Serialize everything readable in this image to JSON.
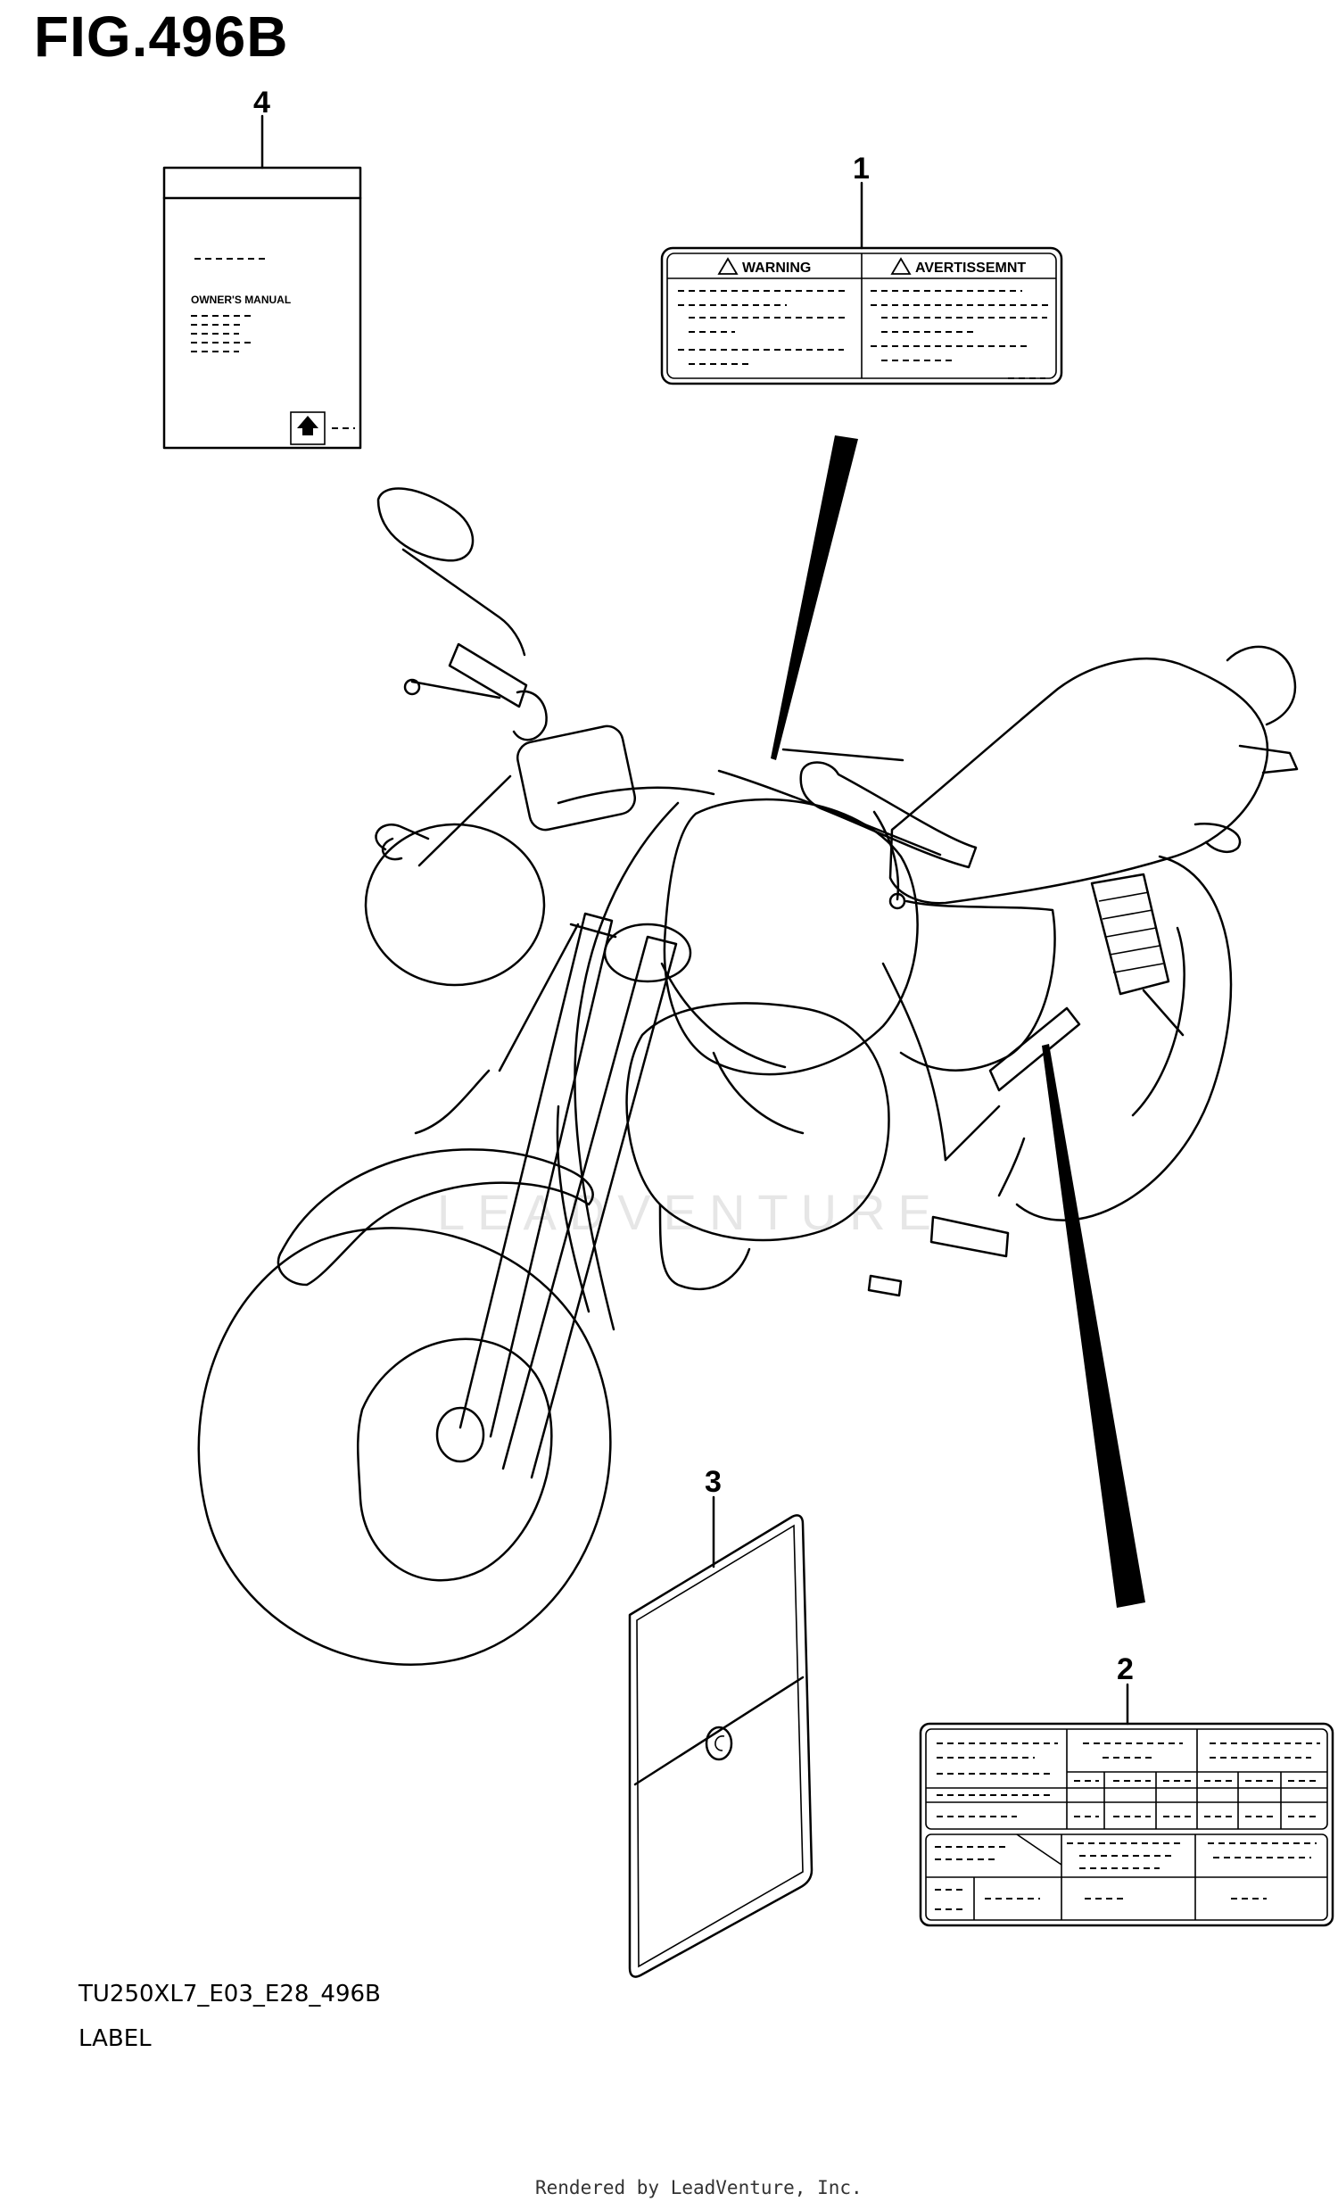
{
  "figure": {
    "title": "FIG.496B",
    "model_code": "TU250XL7_E03_E28_496B",
    "section_name": "LABEL",
    "credit": "Rendered by LeadVenture, Inc.",
    "watermark": "LEADVENTURE"
  },
  "callouts": [
    {
      "number": "1"
    },
    {
      "number": "2"
    },
    {
      "number": "3"
    },
    {
      "number": "4"
    }
  ],
  "warning_label": {
    "left_heading": "WARNING",
    "right_heading": "AVERTISSEMNT"
  },
  "manual": {
    "title": "OWNER'S MANUAL"
  }
}
